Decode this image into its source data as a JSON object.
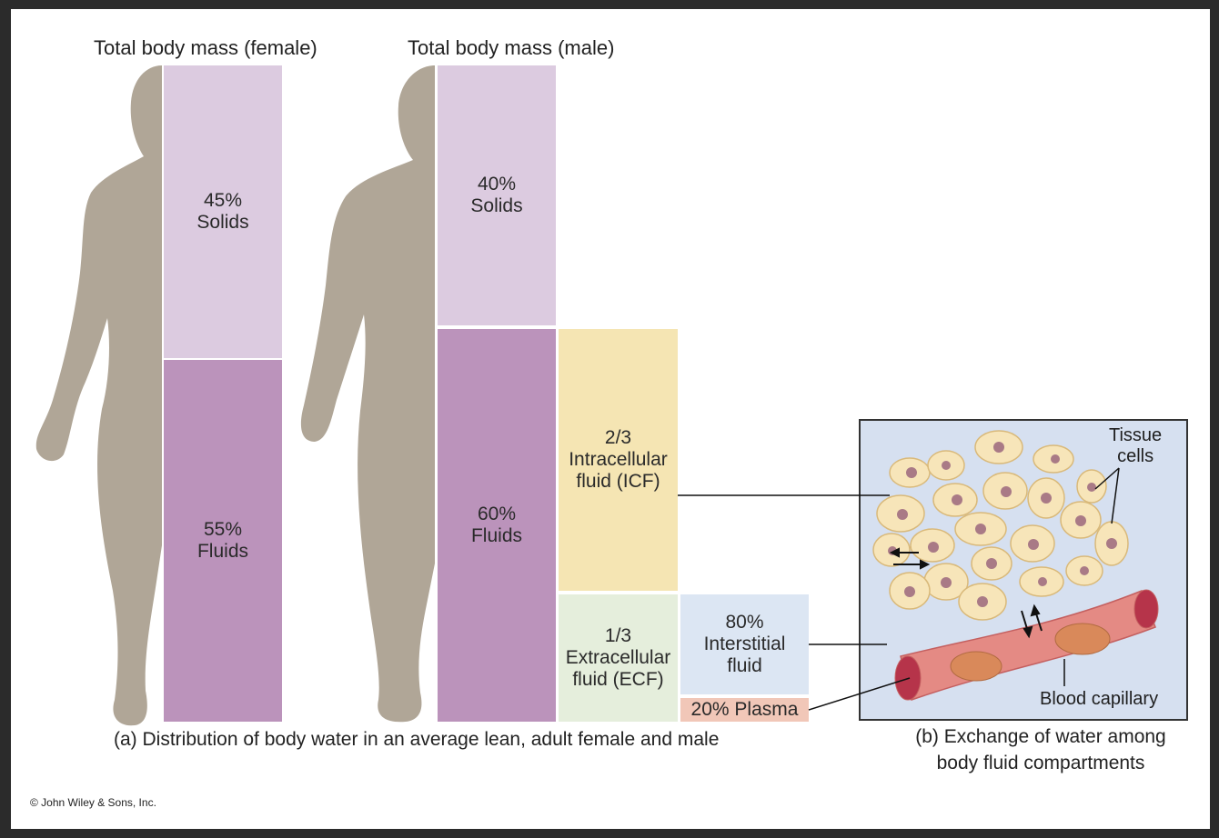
{
  "titles": {
    "female": "Total body mass (female)",
    "male": "Total body mass (male)"
  },
  "female": {
    "solids": {
      "percent": "45%",
      "label": "Solids"
    },
    "fluids": {
      "percent": "55%",
      "label": "Fluids"
    }
  },
  "male": {
    "solids": {
      "percent": "40%",
      "label": "Solids"
    },
    "fluids": {
      "percent": "60%",
      "label": "Fluids"
    }
  },
  "compartments": {
    "icf": "2/3\nIntracellular\nfluid (ICF)",
    "ecf": "1/3\nExtracellular\nfluid (ECF)",
    "interstitial": "80%\nInterstitial\nfluid",
    "plasma": "20% Plasma"
  },
  "inset": {
    "tissue_cells": "Tissue\ncells",
    "blood_capillary": "Blood capillary"
  },
  "captions": {
    "a": "(a) Distribution of body water in an average lean, adult female and male",
    "b": "(b) Exchange of water among\nbody fluid compartments"
  },
  "copyright": "© John Wiley & Sons, Inc.",
  "colors": {
    "solids": "#dccbe0",
    "fluids": "#bb93bb",
    "icf": "#f5e5b3",
    "ecf": "#e5eedc",
    "interstitial": "#dce6f3",
    "plasma": "#f1c7b8",
    "silhouette": "#b0a697",
    "inset_bg": "#d6e0f0"
  }
}
